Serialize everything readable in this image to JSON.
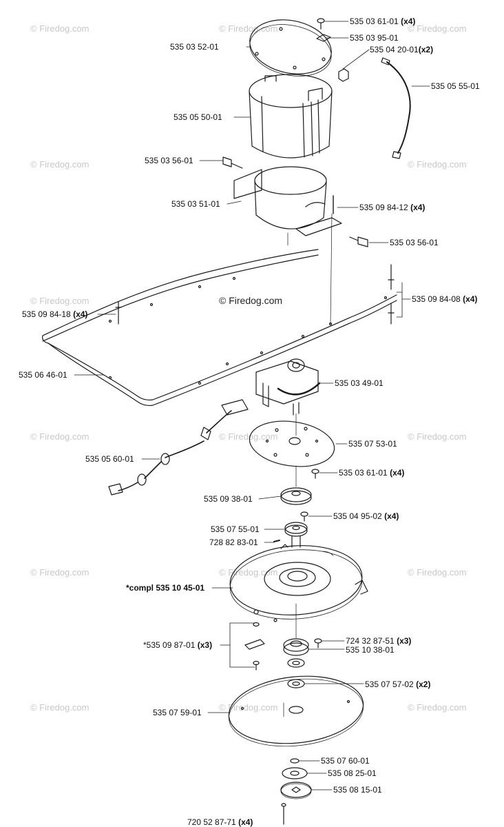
{
  "watermark": "© Firedog.com",
  "center_mark": "© Firedog.com",
  "labels": [
    {
      "id": "lbl-1",
      "text": "535 03 61-01",
      "qty": "(x4)"
    },
    {
      "id": "lbl-2",
      "text": "535 03 95-01",
      "qty": ""
    },
    {
      "id": "lbl-3",
      "text": "535 04 20-01",
      "qty": "(x2)"
    },
    {
      "id": "lbl-4",
      "text": "535 03 52-01",
      "qty": ""
    },
    {
      "id": "lbl-5",
      "text": "535 05 55-01",
      "qty": ""
    },
    {
      "id": "lbl-6",
      "text": "535 05 50-01",
      "qty": ""
    },
    {
      "id": "lbl-7",
      "text": "535 03 56-01",
      "qty": ""
    },
    {
      "id": "lbl-8",
      "text": "535 03 51-01",
      "qty": ""
    },
    {
      "id": "lbl-9",
      "text": "535 09 84-12",
      "qty": "(x4)"
    },
    {
      "id": "lbl-10",
      "text": "535 03 56-01",
      "qty": ""
    },
    {
      "id": "lbl-11",
      "text": "535 09 84-08",
      "qty": "(x4)"
    },
    {
      "id": "lbl-12",
      "text": "535 09 84-18",
      "qty": "(x4)"
    },
    {
      "id": "lbl-13",
      "text": "535 06 46-01",
      "qty": ""
    },
    {
      "id": "lbl-14",
      "text": "535 03 49-01",
      "qty": ""
    },
    {
      "id": "lbl-15",
      "text": "535 07 53-01",
      "qty": ""
    },
    {
      "id": "lbl-16",
      "text": "535 05 60-01",
      "qty": ""
    },
    {
      "id": "lbl-17",
      "text": "535 03 61-01",
      "qty": "(x4)"
    },
    {
      "id": "lbl-18",
      "text": "535 09 38-01",
      "qty": ""
    },
    {
      "id": "lbl-19",
      "text": "535 04 95-02",
      "qty": "(x4)"
    },
    {
      "id": "lbl-20",
      "text": "535 07 55-01",
      "qty": ""
    },
    {
      "id": "lbl-21",
      "text": "728 82 83-01",
      "qty": ""
    },
    {
      "id": "lbl-22",
      "text": "*compl 535 10 45-01",
      "qty": ""
    },
    {
      "id": "lbl-23",
      "text": "724 32 87-51",
      "qty": "(x3)"
    },
    {
      "id": "lbl-24",
      "text": "*535 09 87-01",
      "qty": "(x3)"
    },
    {
      "id": "lbl-25",
      "text": "535 10 38-01",
      "qty": ""
    },
    {
      "id": "lbl-26",
      "text": "535 07 57-02",
      "qty": "(x2)"
    },
    {
      "id": "lbl-27",
      "text": "535 07 59-01",
      "qty": ""
    },
    {
      "id": "lbl-28",
      "text": "535 07 60-01",
      "qty": ""
    },
    {
      "id": "lbl-29",
      "text": "535 08 25-01",
      "qty": ""
    },
    {
      "id": "lbl-30",
      "text": "535 08 15-01",
      "qty": ""
    },
    {
      "id": "lbl-31",
      "text": "720 52 87-71",
      "qty": "(x4)"
    }
  ]
}
